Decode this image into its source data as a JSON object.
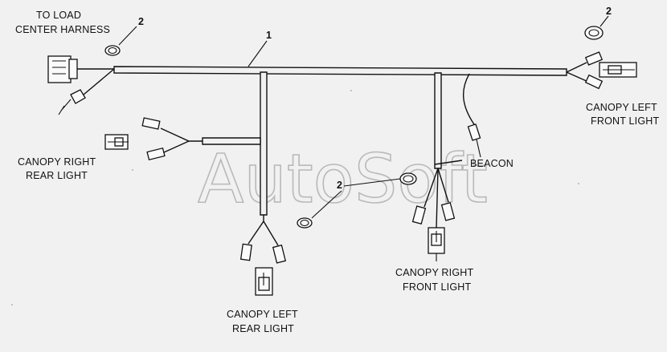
{
  "labels": {
    "to_load_center_line1": "TO LOAD",
    "to_load_center_line2": "CENTER HARNESS",
    "canopy_right_rear_line1": "CANOPY RIGHT",
    "canopy_right_rear_line2": "REAR LIGHT",
    "canopy_left_rear_line1": "CANOPY LEFT",
    "canopy_left_rear_line2": "REAR LIGHT",
    "canopy_right_front_line1": "CANOPY RIGHT",
    "canopy_right_front_line2": "FRONT LIGHT",
    "canopy_left_front_line1": "CANOPY LEFT",
    "canopy_left_front_line2": "FRONT LIGHT",
    "beacon": "BEACON"
  },
  "callouts": {
    "harness": "1",
    "grommet_top_left": "2",
    "grommet_top_right": "2",
    "grommet_center": "2"
  },
  "watermark": "AutoSoft"
}
